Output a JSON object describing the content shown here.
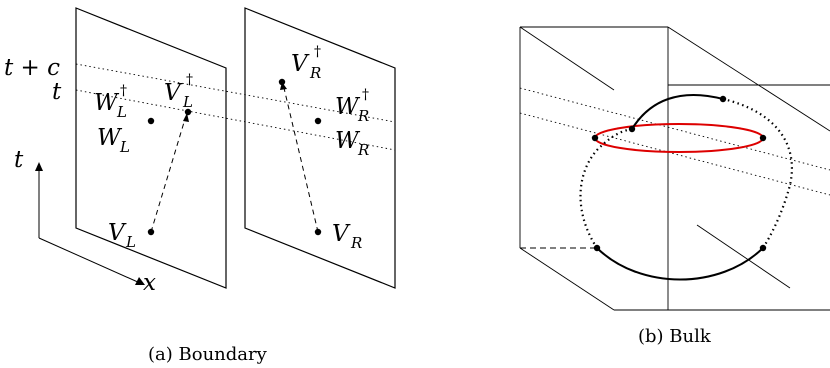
{
  "boundary": {
    "time_labels": {
      "t_plus_c": "t + c",
      "t": "t"
    },
    "axis_labels": {
      "t": "t",
      "x": "x"
    },
    "left_plane": {
      "W": {
        "base": "W",
        "sub": "L",
        "sup": "†"
      },
      "V_dag": {
        "base": "V",
        "sub": "L",
        "sup": "†"
      },
      "W_plain": {
        "base": "W",
        "sub": "L"
      },
      "V": {
        "base": "V",
        "sub": "L"
      }
    },
    "right_plane": {
      "V_dag": {
        "base": "V",
        "sub": "R",
        "sup": "†"
      },
      "W_dag": {
        "base": "W",
        "sub": "R",
        "sup": "†"
      },
      "W": {
        "base": "W",
        "sub": "R"
      },
      "V": {
        "base": "V",
        "sub": "R"
      }
    },
    "caption": "(a) Boundary"
  },
  "bulk": {
    "caption": "(b) Bulk",
    "ring_color": "#dd0000"
  }
}
